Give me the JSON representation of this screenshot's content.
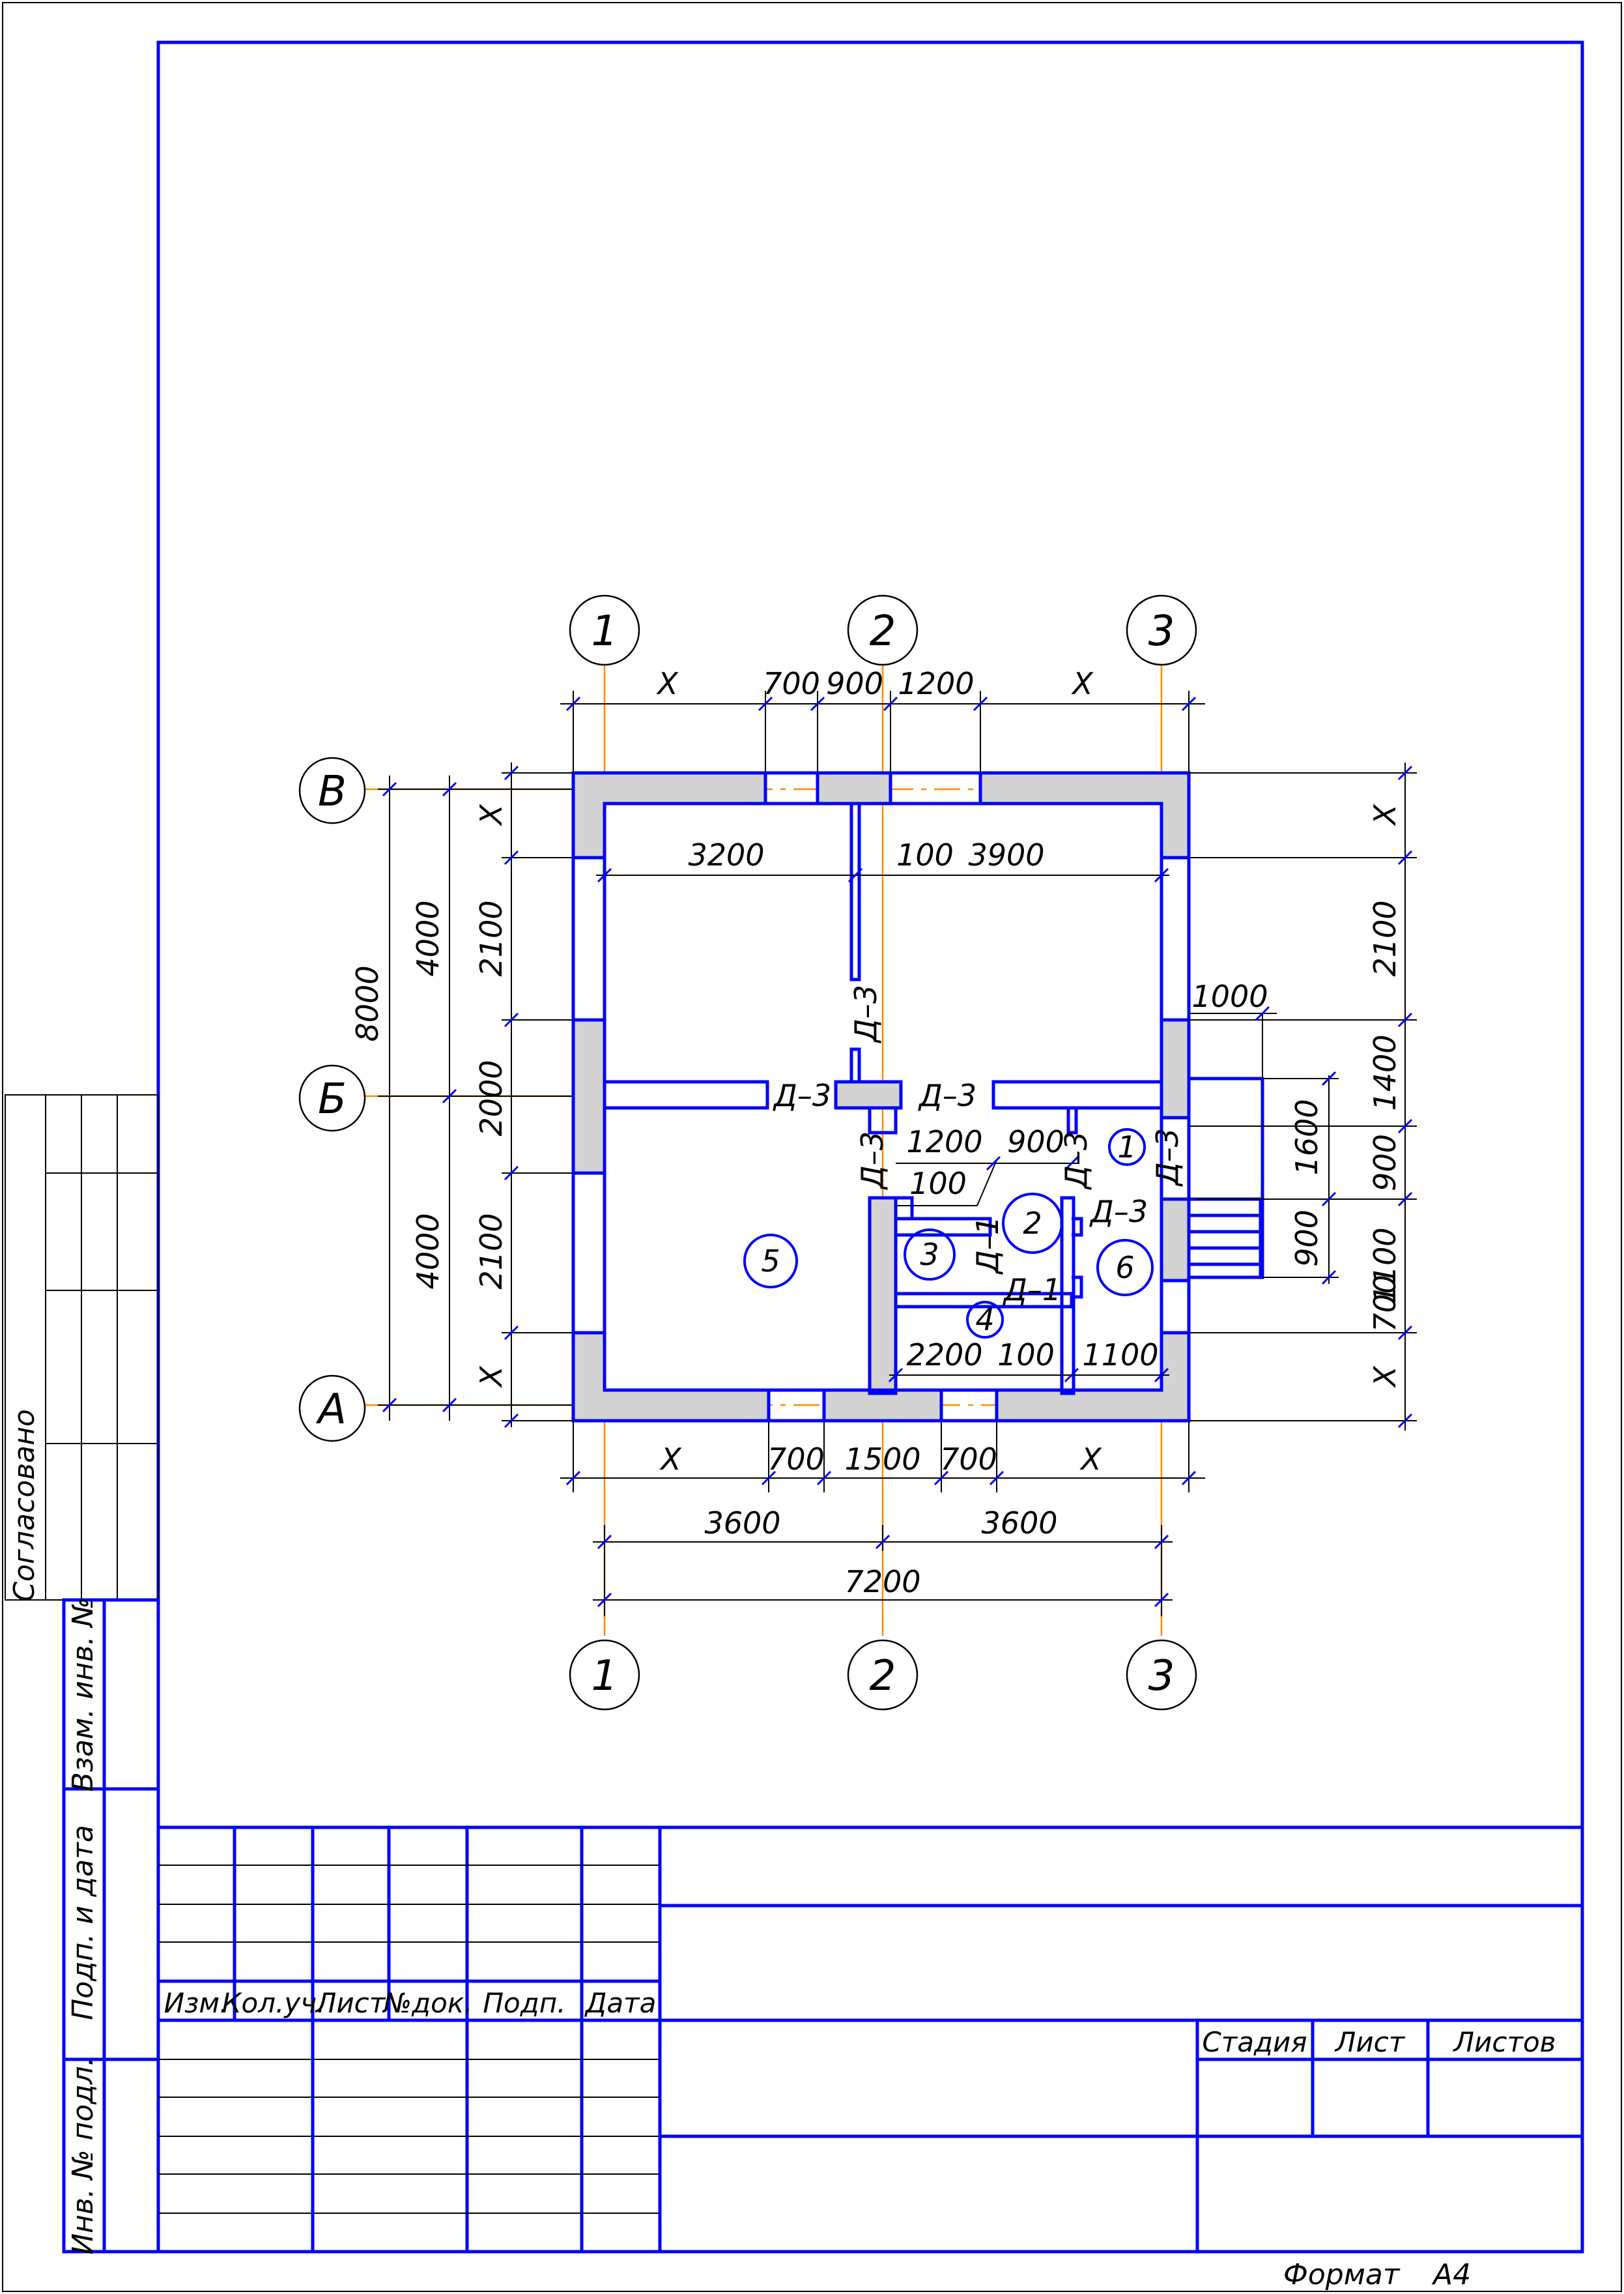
{
  "axes": {
    "vertical": [
      "1",
      "2",
      "3"
    ],
    "horizontal": [
      "В",
      "Б",
      "А"
    ]
  },
  "dims": {
    "top": [
      "Х",
      "700",
      "900",
      "1200",
      "Х"
    ],
    "bottom_chain": [
      "Х",
      "700",
      "1500",
      "700",
      "Х"
    ],
    "bottom_halves": [
      "3600",
      "3600"
    ],
    "bottom_total": "7200",
    "left_outer": [
      "8000"
    ],
    "left_mid": [
      "4000",
      "4000"
    ],
    "left_inner": [
      "Х",
      "2100",
      "2000",
      "2100",
      "Х"
    ],
    "right": [
      "Х",
      "2100",
      "1400",
      "900",
      "1100",
      "700",
      "Х"
    ],
    "right_inner": [
      "1600",
      "900"
    ],
    "porch": "1000"
  },
  "interior": {
    "d3": "Д–3",
    "d1": "Д–1",
    "dim_3200": "3200",
    "dim_100_top": "100",
    "dim_3900": "3900",
    "dim_1200": "1200",
    "dim_900": "900",
    "dim_100_mid": "100",
    "dim_2200": "2200",
    "dim_100_low": "100",
    "dim_1100": "1100"
  },
  "rooms": [
    "1",
    "2",
    "3",
    "4",
    "5",
    "6"
  ],
  "stamp": {
    "headers": [
      "Изм.",
      "Кол.уч.",
      "Лист",
      "№док.",
      "Подп.",
      "Дата"
    ],
    "stage": "Стадия",
    "sheet": "Лист",
    "sheets": "Листов"
  },
  "side": {
    "agreed": "Согласовано",
    "replace": "Взам. инв. №",
    "sign_date": "Подп. и дата",
    "inv_orig": "Инв. № подл."
  },
  "format": {
    "label": "Формат",
    "value": "А4"
  },
  "colors": {
    "frame": "#0000ff",
    "axis": "#ff8c00",
    "fill": "#d3d3d3",
    "line": "#000000"
  }
}
